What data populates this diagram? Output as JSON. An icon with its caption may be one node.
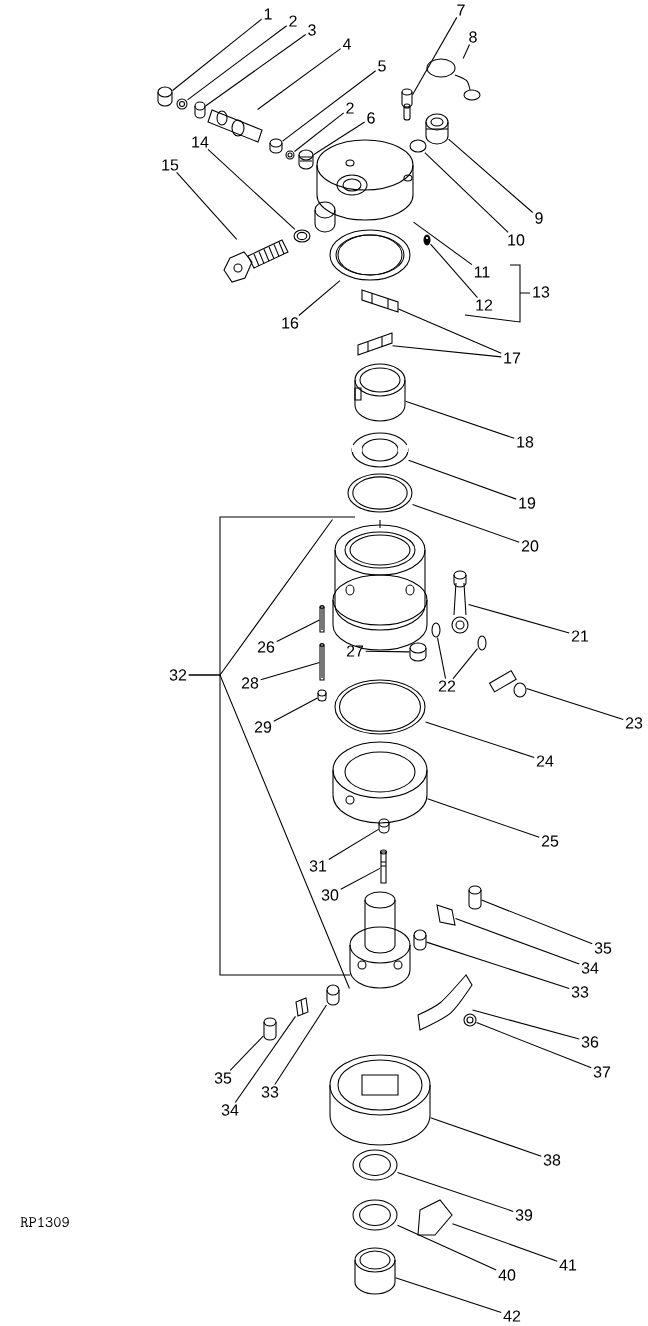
{
  "diagram": {
    "nodes": [
      {
        "text": [
          "1"
        ]
      },
      {
        "text": [
          "2"
        ]
      },
      {
        "text": [
          "3"
        ]
      },
      {
        "text": [
          "4"
        ]
      },
      {
        "text": [
          "5"
        ]
      },
      {
        "text": [
          "2"
        ]
      },
      {
        "text": [
          "6"
        ]
      },
      {
        "text": [
          "7"
        ]
      },
      {
        "text": [
          "8"
        ]
      },
      {
        "text": [
          "9"
        ]
      },
      {
        "text": [
          "10"
        ]
      },
      {
        "text": [
          "11"
        ]
      },
      {
        "text": [
          "12"
        ]
      },
      {
        "text": [
          "13"
        ]
      },
      {
        "text": [
          "14"
        ]
      },
      {
        "text": [
          "15"
        ]
      },
      {
        "text": [
          "16"
        ]
      },
      {
        "text": [
          "17"
        ]
      },
      {
        "text": [
          "18"
        ]
      },
      {
        "text": [
          "19"
        ]
      },
      {
        "text": [
          "20"
        ]
      },
      {
        "text": [
          "21"
        ]
      },
      {
        "text": [
          "22"
        ]
      },
      {
        "text": [
          "23"
        ]
      },
      {
        "text": [
          "24"
        ]
      },
      {
        "text": [
          "25"
        ]
      },
      {
        "text": [
          "26"
        ]
      },
      {
        "text": [
          "27"
        ]
      },
      {
        "text": [
          "28"
        ]
      },
      {
        "text": [
          "29"
        ]
      },
      {
        "text": [
          "30"
        ]
      },
      {
        "text": [
          "31"
        ]
      },
      {
        "text": [
          "32"
        ]
      },
      {
        "text": [
          "33"
        ]
      },
      {
        "text": [
          "34"
        ]
      },
      {
        "text": [
          "35"
        ]
      },
      {
        "text": [
          "36"
        ]
      },
      {
        "text": [
          "37"
        ]
      },
      {
        "text": [
          "38"
        ]
      },
      {
        "text": [
          "39"
        ]
      },
      {
        "text": [
          "40"
        ]
      },
      {
        "text": [
          "41"
        ]
      },
      {
        "text": [
          "42"
        ]
      },
      {
        "text": [
          "35"
        ]
      },
      {
        "text": [
          "34"
        ]
      },
      {
        "text": [
          "33"
        ]
      },
      {
        "text": [],
        "shape": "picture"
      },
      {
        "text": [],
        "shape": "picture"
      },
      {
        "text": [],
        "shape": "picture"
      },
      {
        "text": [],
        "shape": "picture"
      },
      {
        "text": [],
        "shape": "picture"
      },
      {
        "text": [],
        "shape": "picture"
      },
      {
        "text": [],
        "shape": "picture"
      },
      {
        "text": [],
        "shape": "picture"
      },
      {
        "text": [],
        "shape": "picture"
      },
      {
        "text": [],
        "shape": "picture"
      },
      {
        "text": [],
        "shape": "picture"
      },
      {
        "text": [],
        "shape": "picture"
      },
      {
        "text": [],
        "shape": "picture"
      },
      {
        "text": [],
        "shape": "picture"
      },
      {
        "text": [],
        "shape": "picture"
      },
      {
        "text": [],
        "shape": "picture"
      },
      {
        "text": [],
        "shape": "picture"
      },
      {
        "text": [],
        "shape": "picture"
      },
      {
        "text": [],
        "shape": "picture"
      },
      {
        "text": [],
        "shape": "picture"
      },
      {
        "text": [],
        "shape": "picture"
      },
      {
        "text": [],
        "shape": "picture"
      },
      {
        "text": [],
        "shape": "picture"
      },
      {
        "text": [],
        "shape": "picture"
      },
      {
        "text": [],
        "shape": "picture"
      },
      {
        "text": [],
        "shape": "picture"
      },
      {
        "text": [],
        "shape": "picture"
      },
      {
        "text": [],
        "shape": "picture"
      },
      {
        "text": [],
        "shape": "picture"
      },
      {
        "text": [],
        "shape": "picture"
      },
      {
        "text": [],
        "shape": "picture"
      },
      {
        "text": [],
        "shape": "picture"
      },
      {
        "text": [],
        "shape": "picture"
      },
      {
        "text": [],
        "shape": "picture"
      },
      {
        "text": [],
        "shape": "picture"
      },
      {
        "text": [],
        "shape": "picture"
      },
      {
        "text": [],
        "shape": "picture"
      },
      {
        "text": [],
        "shape": "picture"
      },
      {
        "text": [],
        "shape": "picture"
      },
      {
        "text": [],
        "shape": "picture"
      },
      {
        "text": [],
        "shape": "picture"
      },
      {
        "text": [],
        "shape": "picture"
      },
      {
        "text": [],
        "shape": "picture"
      },
      {
        "text": [],
        "shape": "picture"
      },
      {
        "text": [],
        "shape": "picture"
      },
      {
        "text": [],
        "shape": "picture"
      },
      {
        "text": [],
        "shape": "picture"
      },
      {
        "text": [],
        "shape": "picture"
      }
    ],
    "edges": [
      {
        "from": 0,
        "to": 46,
        "arrow": "none"
      },
      {
        "from": 1,
        "to": 47,
        "arrow": "none"
      },
      {
        "from": 2,
        "to": 48,
        "arrow": "none"
      },
      {
        "from": 3,
        "to": 49,
        "arrow": "none"
      },
      {
        "from": 4,
        "to": 50,
        "arrow": "none"
      },
      {
        "from": 5,
        "to": 51,
        "arrow": "none"
      },
      {
        "from": 6,
        "to": 52,
        "arrow": "none"
      },
      {
        "from": 7,
        "to": 53,
        "arrow": "none"
      },
      {
        "from": 8,
        "to": 54,
        "arrow": "none"
      },
      {
        "from": 9,
        "to": 55,
        "arrow": "none"
      },
      {
        "from": 10,
        "to": 56,
        "arrow": "none"
      },
      {
        "from": 11,
        "to": 57,
        "arrow": "none"
      },
      {
        "from": 12,
        "to": 58,
        "arrow": "none"
      },
      {
        "from": 14,
        "to": 59,
        "arrow": "none"
      },
      {
        "from": 15,
        "to": 60,
        "arrow": "none"
      },
      {
        "from": 16,
        "to": 61,
        "arrow": "none"
      },
      {
        "from": 17,
        "to": 62,
        "arrow": "none"
      },
      {
        "from": 17,
        "to": 63,
        "arrow": "none"
      },
      {
        "from": 18,
        "to": 64,
        "arrow": "none"
      },
      {
        "from": 19,
        "to": 65,
        "arrow": "none"
      },
      {
        "from": 20,
        "to": 66,
        "arrow": "none"
      },
      {
        "from": 21,
        "to": 67,
        "arrow": "none"
      },
      {
        "from": 22,
        "to": 68,
        "arrow": "none"
      },
      {
        "from": 22,
        "to": 69,
        "arrow": "none"
      },
      {
        "from": 23,
        "to": 70,
        "arrow": "none"
      },
      {
        "from": 24,
        "to": 71,
        "arrow": "none"
      },
      {
        "from": 25,
        "to": 72,
        "arrow": "none"
      },
      {
        "from": 26,
        "to": 73,
        "arrow": "none"
      },
      {
        "from": 27,
        "to": 74,
        "arrow": "none"
      },
      {
        "from": 28,
        "to": 75,
        "arrow": "none"
      },
      {
        "from": 29,
        "to": 76,
        "arrow": "none"
      },
      {
        "from": 30,
        "to": 77,
        "arrow": "none"
      },
      {
        "from": 31,
        "to": 78,
        "arrow": "none"
      },
      {
        "from": 32,
        "to": 79,
        "arrow": "none"
      },
      {
        "from": 32,
        "to": 80,
        "arrow": "none"
      },
      {
        "from": 33,
        "to": 81,
        "arrow": "none"
      },
      {
        "from": 34,
        "to": 82,
        "arrow": "none"
      },
      {
        "from": 35,
        "to": 83,
        "arrow": "none"
      },
      {
        "from": 36,
        "to": 84,
        "arrow": "none"
      },
      {
        "from": 37,
        "to": 85,
        "arrow": "none"
      },
      {
        "from": 38,
        "to": 86,
        "arrow": "none"
      },
      {
        "from": 39,
        "to": 87,
        "arrow": "none"
      },
      {
        "from": 40,
        "to": 88,
        "arrow": "none"
      },
      {
        "from": 41,
        "to": 89,
        "arrow": "none"
      },
      {
        "from": 42,
        "to": 90,
        "arrow": "none"
      },
      {
        "from": 43,
        "to": 91,
        "arrow": "none"
      },
      {
        "from": 44,
        "to": 92,
        "arrow": "none"
      },
      {
        "from": 45,
        "to": 93,
        "arrow": "none"
      }
    ],
    "labels": [
      "RP1309"
    ]
  }
}
